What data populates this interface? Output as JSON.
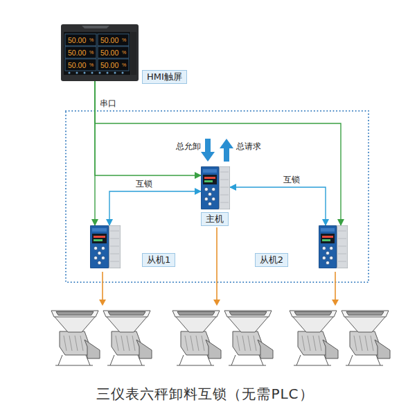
{
  "diagram": {
    "caption": "三仪表六秤卸料互锁（无需PLC）",
    "nodes": [
      {
        "text": [
          "HMI触屏"
        ]
      },
      {
        "text": [
          "主机"
        ]
      },
      {
        "text": [
          "从机1"
        ]
      },
      {
        "text": [
          "从机2"
        ]
      }
    ],
    "edges": [
      {
        "from": 0,
        "to": 1,
        "arrow": "to"
      },
      {
        "from": 0,
        "to": 2,
        "arrow": "to"
      },
      {
        "from": 0,
        "to": 3,
        "arrow": "to"
      },
      {
        "from": 1,
        "to": 2,
        "label": "互锁",
        "arrow": "both"
      },
      {
        "from": 1,
        "to": 3,
        "label": "互锁",
        "arrow": "both"
      }
    ],
    "labels": [
      "50.00",
      "%",
      "50.00",
      "%",
      "50.00",
      "%",
      "50.00",
      "%",
      "50.00",
      "%",
      "50.00",
      "%",
      "串口",
      "总允卸",
      "总请求"
    ]
  }
}
